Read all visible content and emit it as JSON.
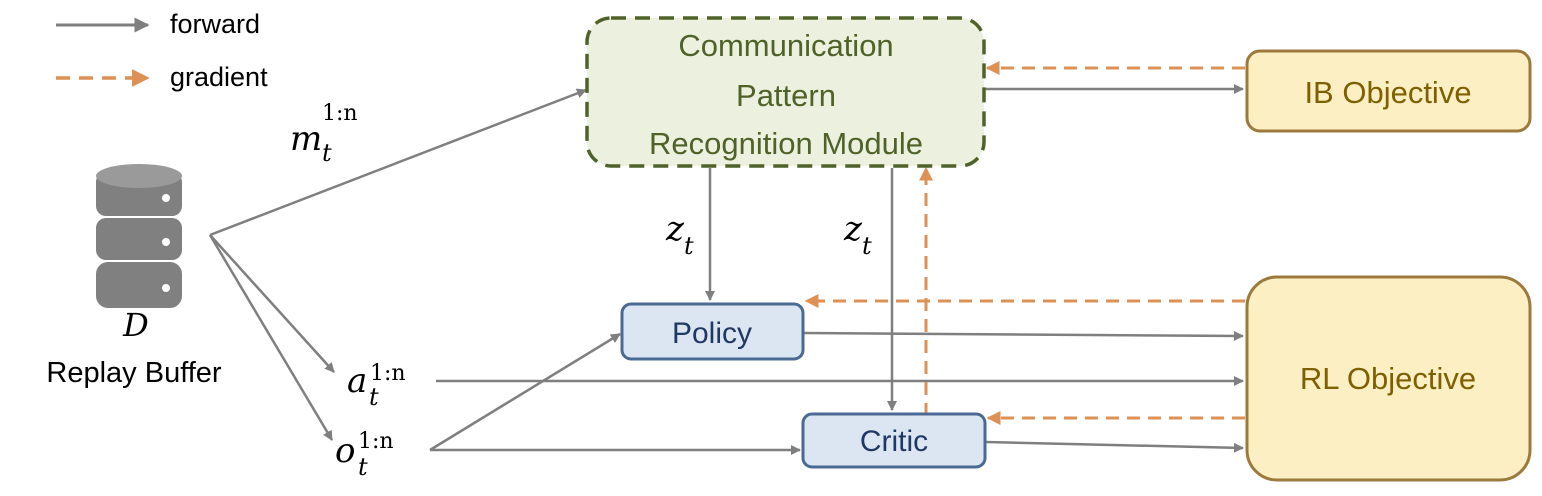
{
  "legend": {
    "forward_label": "forward",
    "gradient_label": "gradient"
  },
  "replay_buffer": {
    "symbol": "D",
    "label": "Replay Buffer"
  },
  "modules": {
    "cprm_line1": "Communication",
    "cprm_line2": "Pattern",
    "cprm_line3": "Recognition Module",
    "policy": "Policy",
    "critic": "Critic",
    "ib_objective": "IB Objective",
    "rl_objective": "RL Objective"
  },
  "variables": {
    "m_base": "m",
    "a_base": "a",
    "o_base": "o",
    "z_base": "z",
    "sub_t": "t",
    "sup_1n": "1:n"
  },
  "colors": {
    "forward_arrow": "#7f7f7f",
    "gradient_arrow": "#dd9155",
    "cprm_fill": "#ebf1de",
    "cprm_border": "#4f6228",
    "cprm_text": "#4f6228",
    "agent_fill": "#dce6f2",
    "agent_border": "#4a6a94",
    "agent_text": "#1f3864",
    "objective_fill": "#fcefc4",
    "objective_border": "#9c7a3c",
    "objective_text": "#7f6000",
    "database_icon": "#808080"
  }
}
